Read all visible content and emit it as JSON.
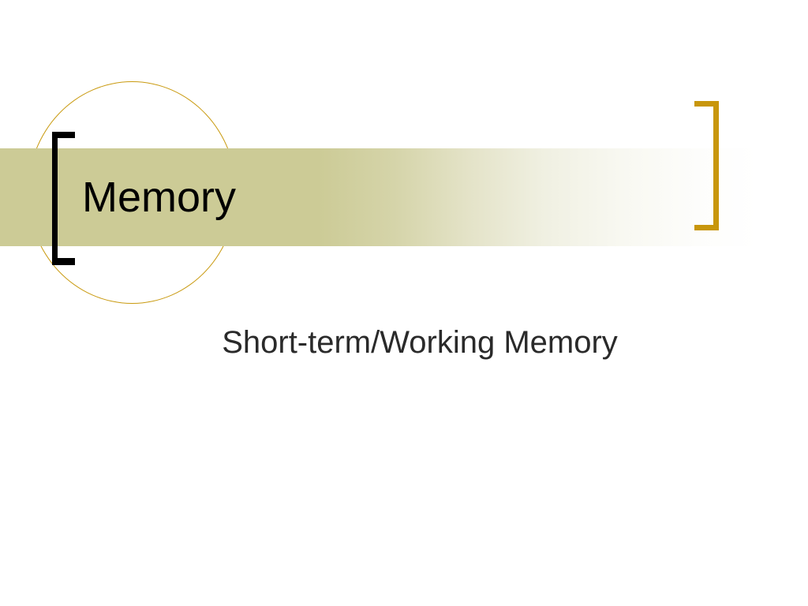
{
  "slide": {
    "title": "Memory",
    "subtitle": "Short-term/Working Memory",
    "background_color": "#FFFFFF",
    "decorations": {
      "band": {
        "name": "title-band",
        "start_color": "#CCCB96",
        "end_color": "#FFFFFF"
      },
      "circle_outline": {
        "name": "decorative-circle",
        "stroke_color": "#C99A10"
      },
      "bracket_left": {
        "name": "open-bracket",
        "glyph": "[",
        "color": "#000000"
      },
      "bracket_right": {
        "name": "close-bracket",
        "glyph": "]",
        "color": "#C8960C"
      }
    }
  }
}
